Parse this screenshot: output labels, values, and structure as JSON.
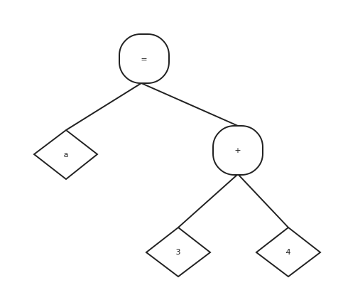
{
  "diagram": {
    "root": {
      "label": "=",
      "shape": "rounded-square"
    },
    "left_leaf": {
      "label": "a",
      "shape": "diamond"
    },
    "plus_node": {
      "label": "+",
      "shape": "rounded-square"
    },
    "leaf_three": {
      "label": "3",
      "shape": "diamond"
    },
    "leaf_four": {
      "label": "4",
      "shape": "diamond"
    }
  },
  "colors": {
    "stroke": "#222222",
    "background": "#ffffff"
  }
}
